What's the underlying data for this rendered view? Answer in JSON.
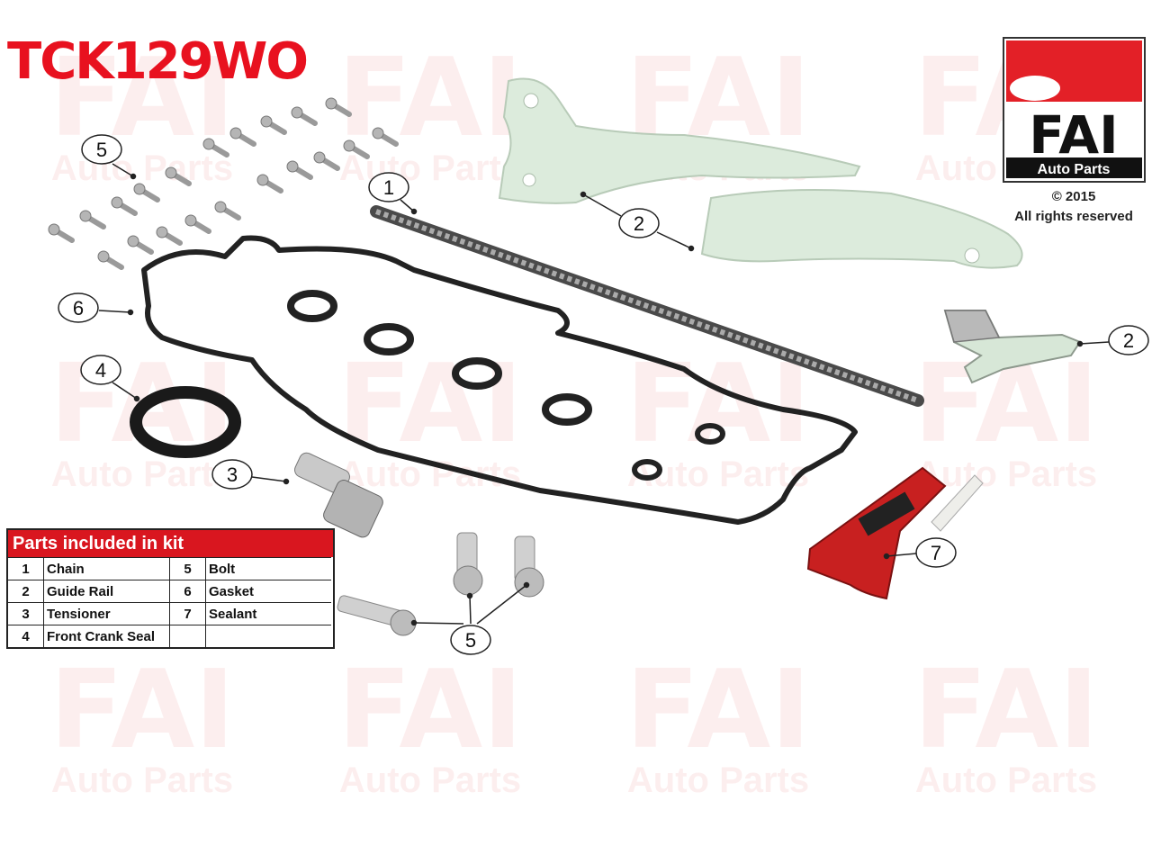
{
  "title": "TCK129WO",
  "brand": {
    "logo_text": "FAI",
    "logo_subtext": "Auto Parts",
    "watermark_text": "FAI",
    "watermark_subtext": "Auto Parts",
    "copyright": "© 2015",
    "rights": "All rights reserved",
    "accent_color": "#e8111f"
  },
  "callouts": [
    {
      "label": "1",
      "part": "Chain"
    },
    {
      "label": "2",
      "part": "Guide Rail"
    },
    {
      "label": "2",
      "part": "Guide Rail"
    },
    {
      "label": "3",
      "part": "Tensioner"
    },
    {
      "label": "4",
      "part": "Front Crank Seal"
    },
    {
      "label": "5",
      "part": "Bolt"
    },
    {
      "label": "5",
      "part": "Bolt"
    },
    {
      "label": "6",
      "part": "Gasket"
    },
    {
      "label": "7",
      "part": "Sealant"
    }
  ],
  "kit_table": {
    "heading": "Parts included in kit",
    "rows": [
      {
        "n1": "1",
        "p1": "Chain",
        "n2": "5",
        "p2": "Bolt"
      },
      {
        "n1": "2",
        "p1": "Guide Rail",
        "n2": "6",
        "p2": "Gasket"
      },
      {
        "n1": "3",
        "p1": "Tensioner",
        "n2": "7",
        "p2": "Sealant"
      },
      {
        "n1": "4",
        "p1": "Front Crank Seal",
        "n2": "",
        "p2": ""
      }
    ]
  }
}
